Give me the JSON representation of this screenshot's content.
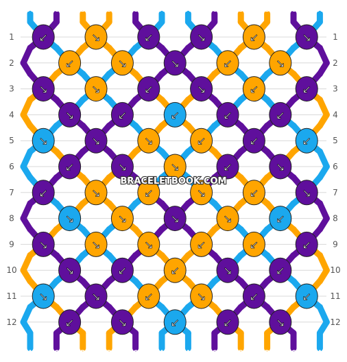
{
  "watermark": "BRACELETBOOK.COM",
  "colors": {
    "A": "#1ba8ee",
    "B": "#ffa500",
    "C": "#5f0f9c"
  },
  "top_strings": [
    "A",
    "C",
    "B",
    "B",
    "C",
    "A",
    "A",
    "C",
    "B",
    "B",
    "C",
    "A"
  ],
  "bottom_strings": [
    "A",
    "C",
    "B",
    "B",
    "C",
    "A",
    "A",
    "C",
    "B",
    "B",
    "C",
    "A"
  ],
  "row_labels": [
    "1",
    "2",
    "3",
    "4",
    "5",
    "6",
    "7",
    "8",
    "9",
    "10",
    "11",
    "12"
  ],
  "knots": [
    [
      {
        "c": "C",
        "d": "↙"
      },
      {
        "c": "B",
        "d": "↘"
      },
      {
        "c": "C",
        "d": "↙"
      },
      {
        "c": "C",
        "d": "↘"
      },
      {
        "c": "B",
        "d": "↙"
      },
      {
        "c": "C",
        "d": "↘"
      }
    ],
    [
      {
        "c": "B",
        "d": "↙"
      },
      {
        "c": "B",
        "d": "↘"
      },
      {
        "c": "C",
        "d": "↘"
      },
      {
        "c": "B",
        "d": "↙"
      },
      {
        "c": "B",
        "d": "↘"
      }
    ],
    [
      {
        "c": "C",
        "d": "↘"
      },
      {
        "c": "B",
        "d": "↘"
      },
      {
        "c": "C",
        "d": "↙"
      },
      {
        "c": "C",
        "d": "↘"
      },
      {
        "c": "B",
        "d": "↙"
      },
      {
        "c": "C",
        "d": "↙"
      }
    ],
    [
      {
        "c": "C",
        "d": "↘"
      },
      {
        "c": "C",
        "d": "↙"
      },
      {
        "c": "A",
        "d": "↙"
      },
      {
        "c": "C",
        "d": "↙"
      },
      {
        "c": "C",
        "d": "↙"
      }
    ],
    [
      {
        "c": "A",
        "d": "↘"
      },
      {
        "c": "C",
        "d": "↘"
      },
      {
        "c": "B",
        "d": "↘"
      },
      {
        "c": "B",
        "d": "↙"
      },
      {
        "c": "C",
        "d": "↙"
      },
      {
        "c": "A",
        "d": "↙"
      }
    ],
    [
      {
        "c": "C",
        "d": "↙"
      },
      {
        "c": "C",
        "d": "↘"
      },
      {
        "c": "B",
        "d": "↘"
      },
      {
        "c": "C",
        "d": "↙"
      },
      {
        "c": "C",
        "d": "↘"
      }
    ],
    [
      {
        "c": "C",
        "d": "↙"
      },
      {
        "c": "B",
        "d": "↘"
      },
      {
        "c": "B",
        "d": "↙"
      },
      {
        "c": "B",
        "d": "↘"
      },
      {
        "c": "B",
        "d": "↙"
      },
      {
        "c": "C",
        "d": "↘"
      }
    ],
    [
      {
        "c": "A",
        "d": "↘"
      },
      {
        "c": "B",
        "d": "↘"
      },
      {
        "c": "C",
        "d": "↘"
      },
      {
        "c": "B",
        "d": "↘"
      },
      {
        "c": "A",
        "d": "↙"
      }
    ],
    [
      {
        "c": "C",
        "d": "↘"
      },
      {
        "c": "B",
        "d": "↘"
      },
      {
        "c": "B",
        "d": "↘"
      },
      {
        "c": "B",
        "d": "↙"
      },
      {
        "c": "B",
        "d": "↙"
      },
      {
        "c": "C",
        "d": "↙"
      }
    ],
    [
      {
        "c": "C",
        "d": "↘"
      },
      {
        "c": "C",
        "d": "↙"
      },
      {
        "c": "B",
        "d": "↙"
      },
      {
        "c": "C",
        "d": "↘"
      },
      {
        "c": "C",
        "d": "↙"
      }
    ],
    [
      {
        "c": "A",
        "d": "↘"
      },
      {
        "c": "C",
        "d": "↘"
      },
      {
        "c": "B",
        "d": "↙"
      },
      {
        "c": "B",
        "d": "↘"
      },
      {
        "c": "C",
        "d": "↙"
      },
      {
        "c": "A",
        "d": "↙"
      }
    ],
    [
      {
        "c": "C",
        "d": "↙"
      },
      {
        "c": "C",
        "d": "↘"
      },
      {
        "c": "A",
        "d": "↙"
      },
      {
        "c": "C",
        "d": "↙"
      },
      {
        "c": "C",
        "d": "↘"
      }
    ]
  ]
}
